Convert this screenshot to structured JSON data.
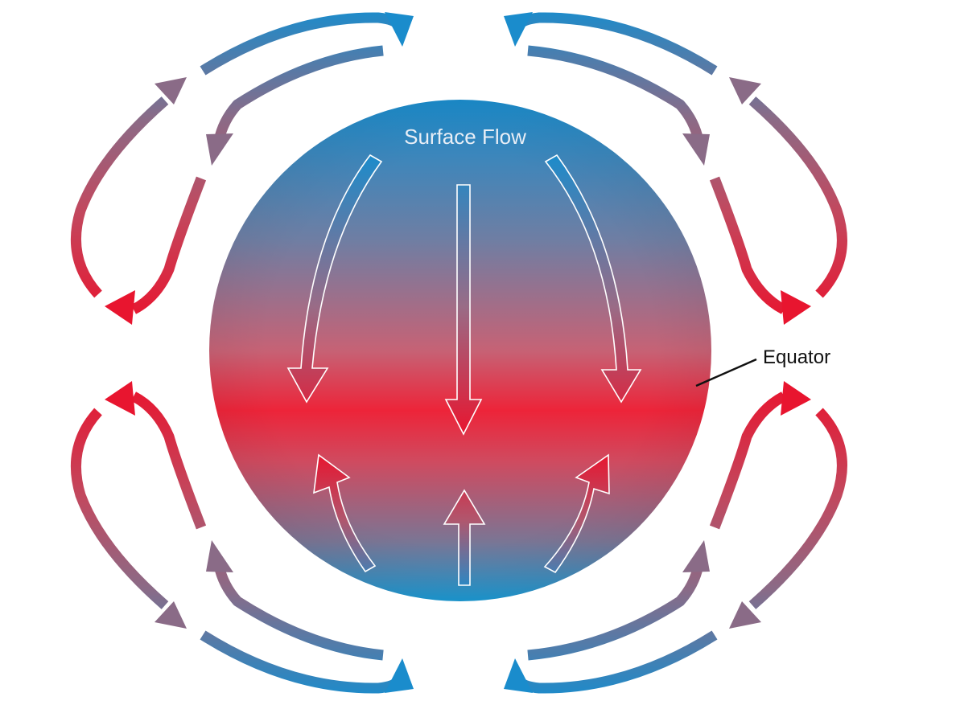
{
  "labels": {
    "surface_flow": "Surface Flow",
    "equator": "Equator"
  },
  "colors": {
    "warm": "#e8152f",
    "cool": "#1a8ccc",
    "mid": "#8c6680",
    "equator_line": "#111111",
    "arrow_outline": "#ffffff"
  },
  "arrows": {
    "surface_flow_direction": "toward-equator",
    "circulation_cells": 4
  }
}
